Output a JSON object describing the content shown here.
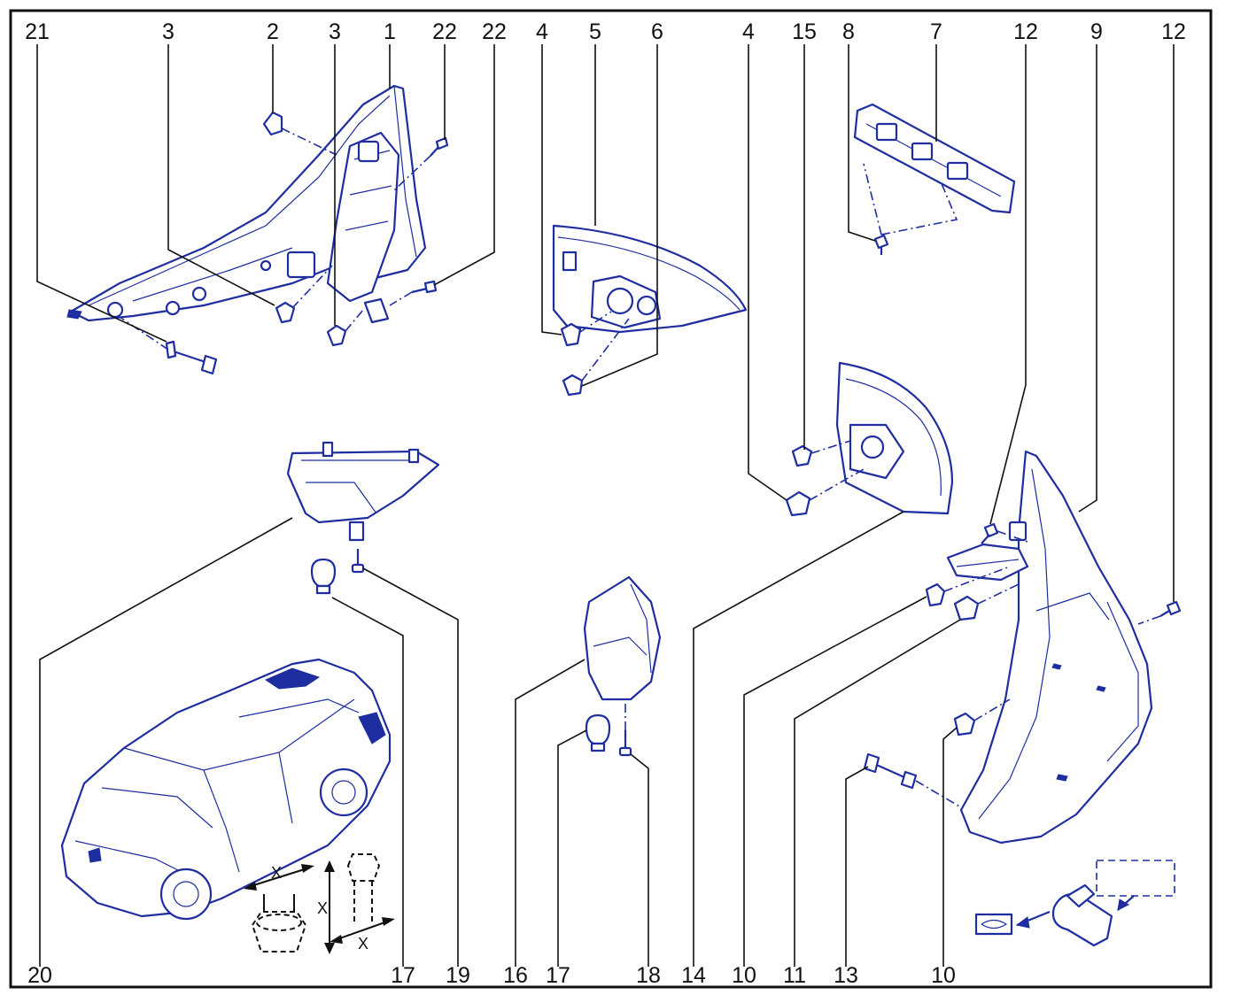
{
  "callouts": {
    "top": [
      "21",
      "3",
      "2",
      "3",
      "1",
      "22",
      "22",
      "4",
      "5",
      "6",
      "4",
      "15",
      "8",
      "7",
      "12",
      "9",
      "12"
    ],
    "bottom": [
      "20",
      "17",
      "19",
      "16",
      "17",
      "18",
      "14",
      "10",
      "11",
      "13",
      "10"
    ]
  },
  "dimension_marks": {
    "nut_x": "X",
    "bolt_x_side": "X",
    "bolt_x_bottom": "X"
  },
  "colors": {
    "line_art": "#1e2da0",
    "text": "#111111",
    "background": "#ffffff"
  }
}
